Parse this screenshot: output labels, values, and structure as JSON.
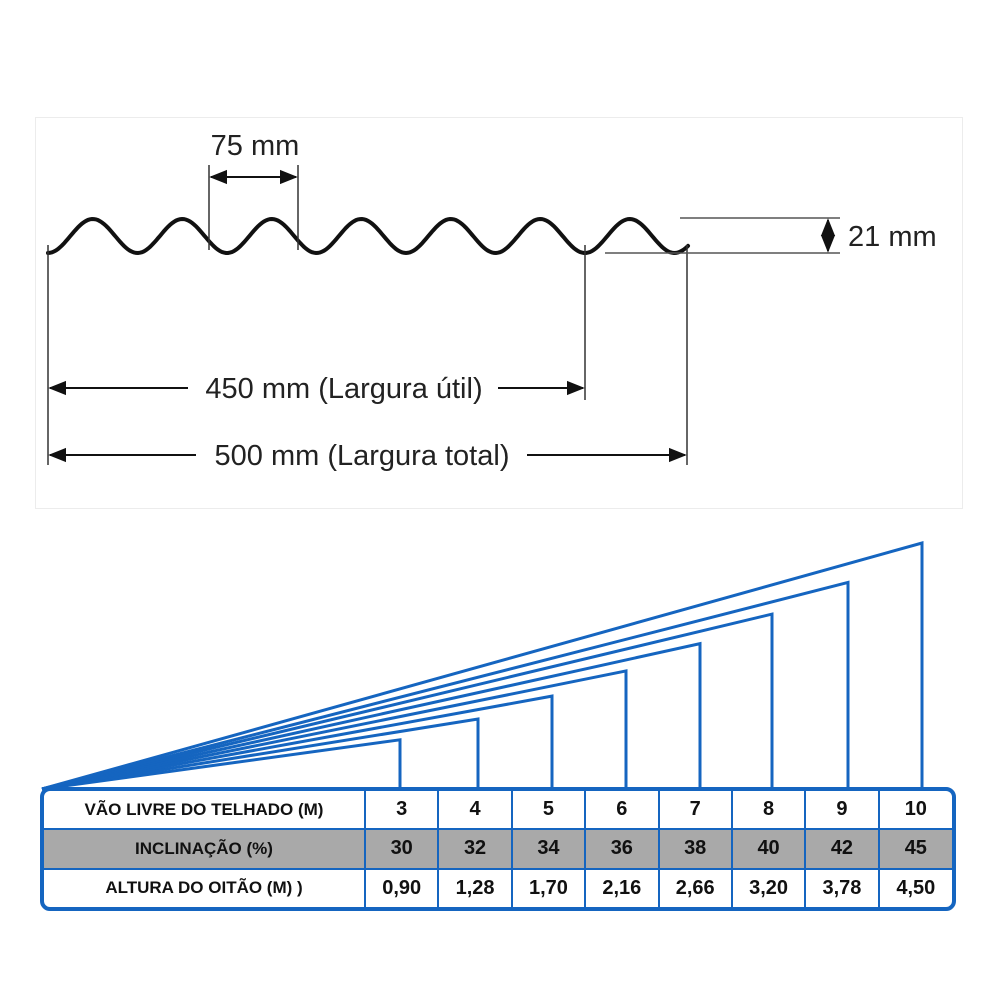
{
  "profile": {
    "wave_pitch_label": "75 mm",
    "wave_height_label": "21 mm",
    "useful_width_label": "450 mm (Largura útil)",
    "total_width_label": "500 mm (Largura total)"
  },
  "colors": {
    "accent_blue": "#1565c0",
    "shaded_row": "#a9a9a9",
    "line_dark": "#111111"
  },
  "table": {
    "rows": [
      {
        "label": "VÃO LIVRE DO TELHADO (M)",
        "values": [
          "3",
          "4",
          "5",
          "6",
          "7",
          "8",
          "9",
          "10"
        ],
        "shaded": false
      },
      {
        "label": "INCLINAÇÃO (%)",
        "values": [
          "30",
          "32",
          "34",
          "36",
          "38",
          "40",
          "42",
          "45"
        ],
        "shaded": true
      },
      {
        "label": "ALTURA DO OITÃO (M) )",
        "values": [
          "0,90",
          "1,28",
          "1,70",
          "2,16",
          "2,66",
          "3,20",
          "3,78",
          "4,50"
        ],
        "shaded": false
      }
    ]
  },
  "slope_diagram": {
    "spans_m": [
      3,
      4,
      5,
      6,
      7,
      8,
      9,
      10
    ],
    "gable_heights_m": [
      0.9,
      1.28,
      1.7,
      2.16,
      2.66,
      3.2,
      3.78,
      4.5
    ]
  }
}
